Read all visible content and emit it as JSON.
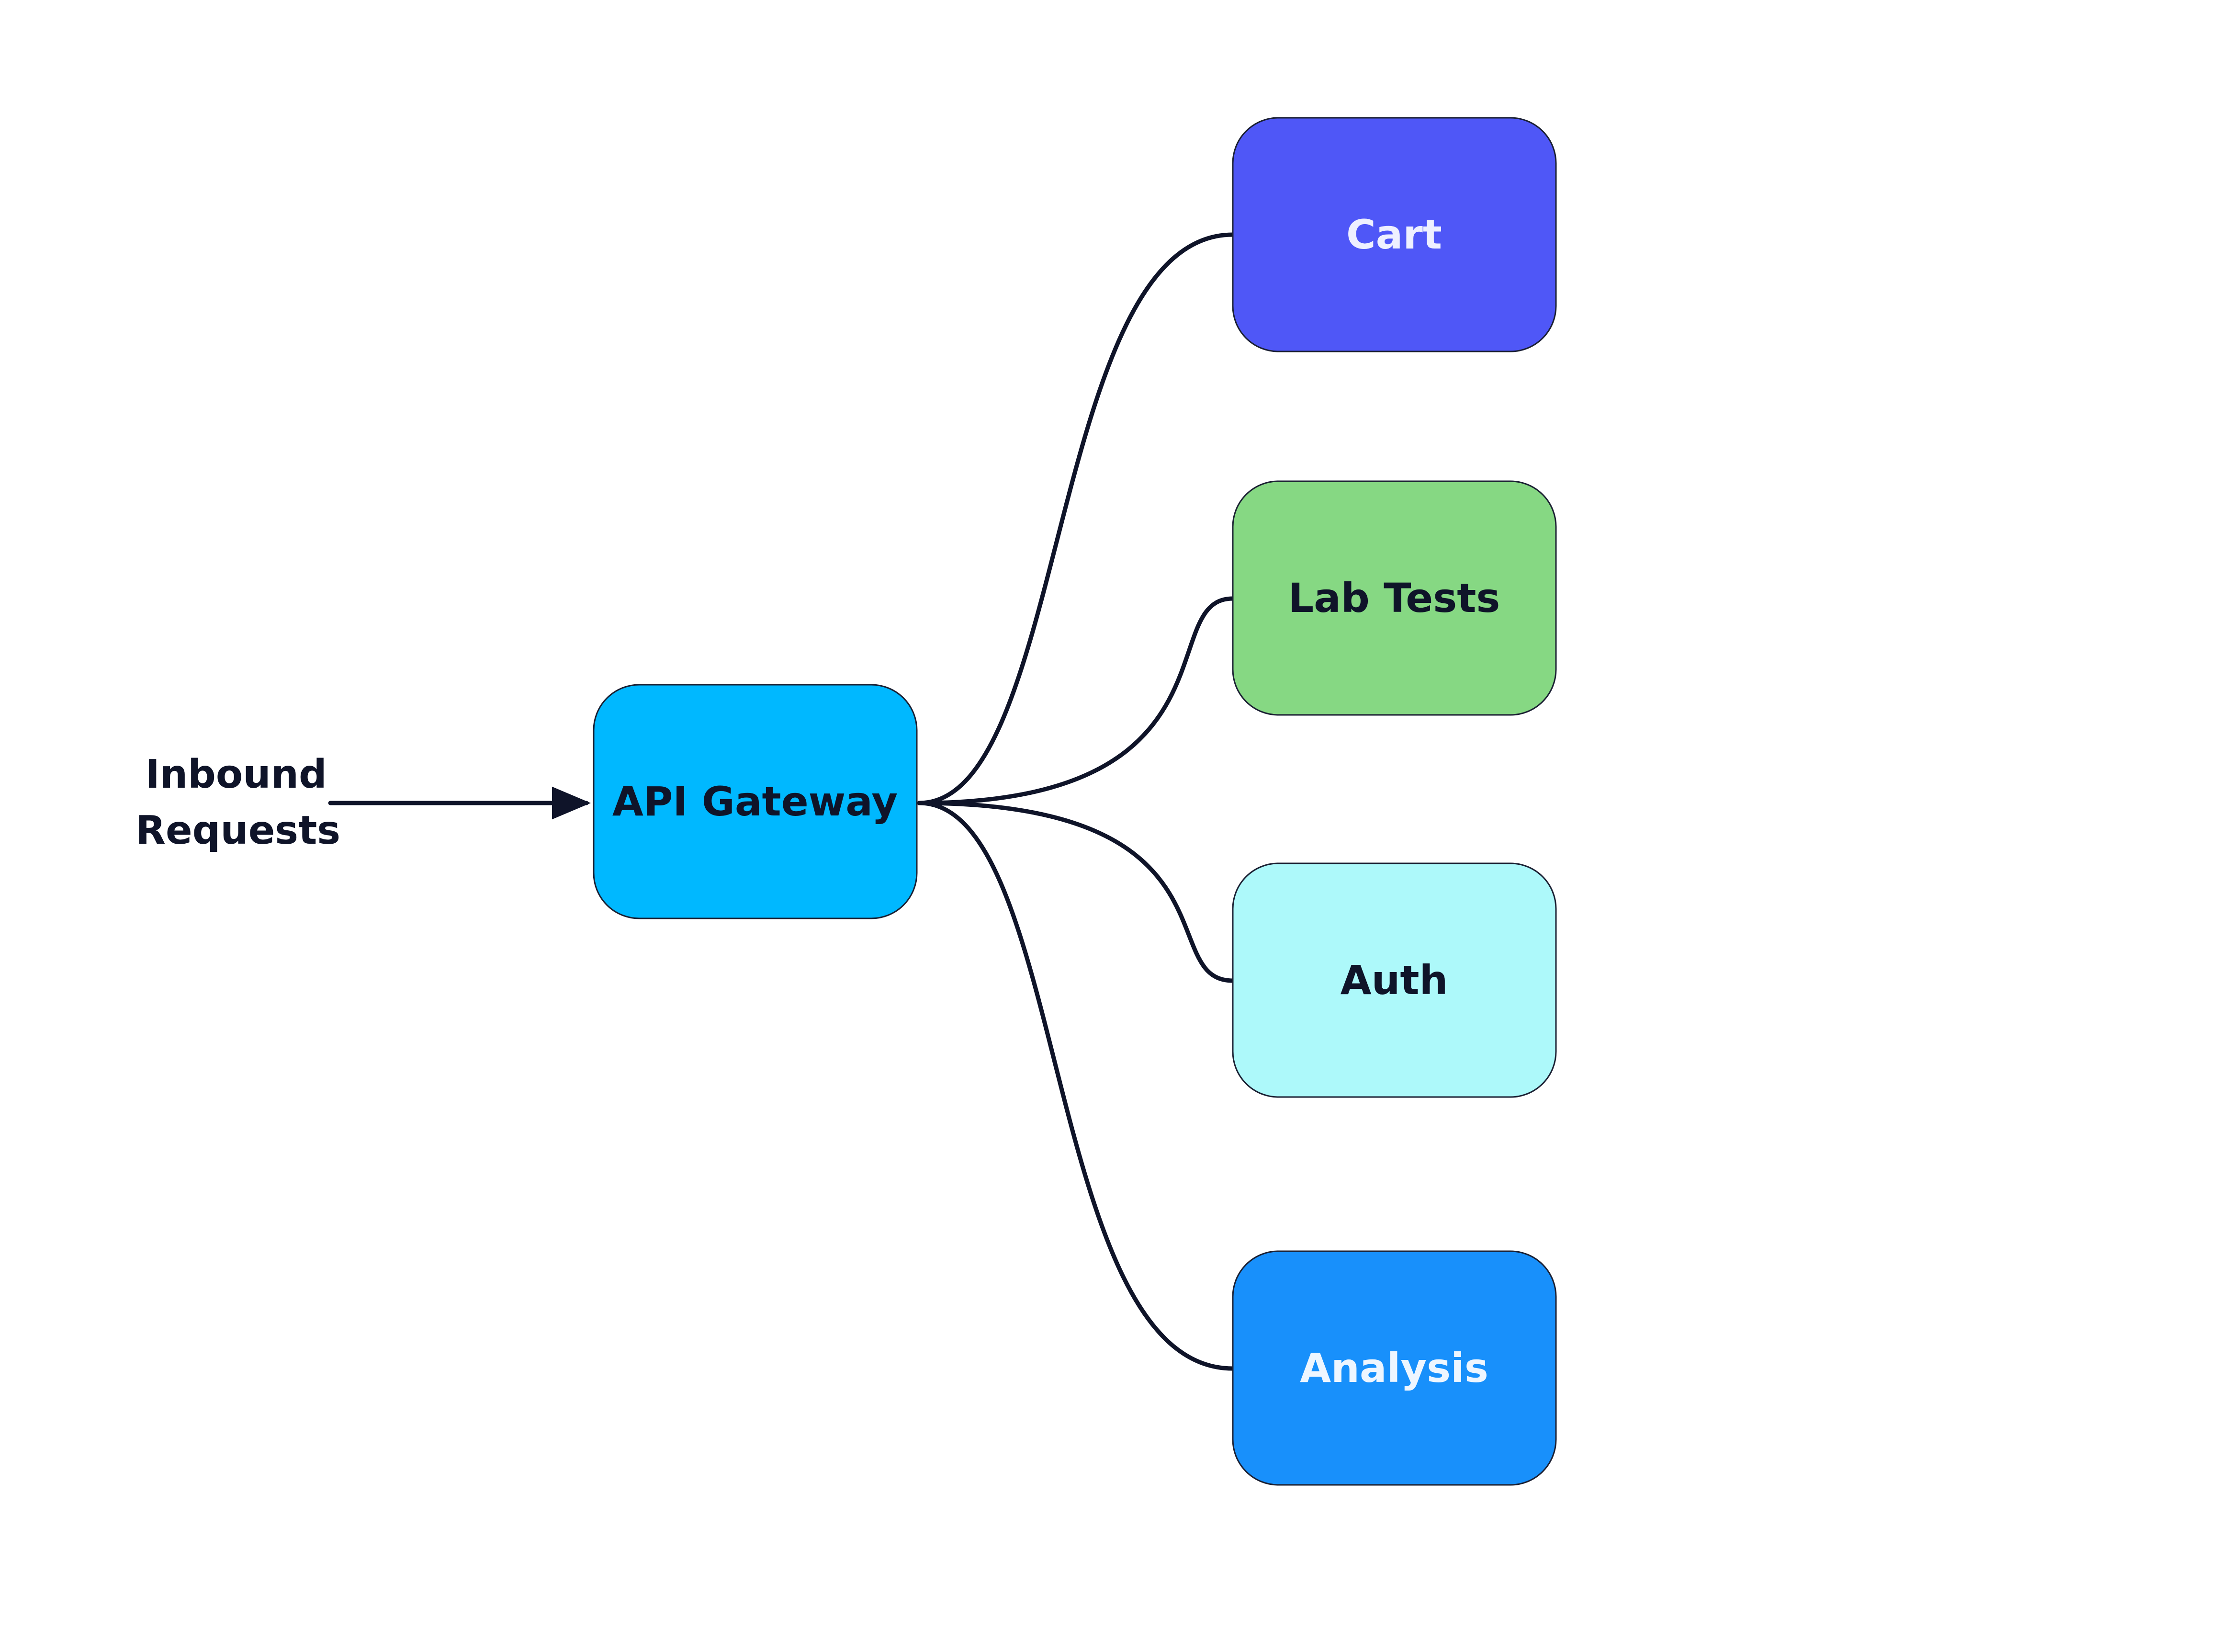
{
  "diagram": {
    "input": {
      "lines": [
        "Inbound",
        "Requests"
      ]
    },
    "gateway": {
      "label": "API Gateway",
      "fill": "#00b8ff",
      "text_color": "#0f1429"
    },
    "services": [
      {
        "id": "cart",
        "label": "Cart",
        "fill": "#4f57f7",
        "text_color": "#eef0ff"
      },
      {
        "id": "lab-tests",
        "label": "Lab Tests",
        "fill": "#86d883",
        "text_color": "#0f1429"
      },
      {
        "id": "auth",
        "label": "Auth",
        "fill": "#adf9fa",
        "text_color": "#0f1429"
      },
      {
        "id": "analysis",
        "label": "Analysis",
        "fill": "#1890fb",
        "text_color": "#eef6ff"
      }
    ],
    "edges": [
      {
        "from": "input",
        "to": "gateway",
        "arrow": true
      },
      {
        "from": "gateway",
        "to": "cart",
        "arrow": false
      },
      {
        "from": "gateway",
        "to": "lab-tests",
        "arrow": false
      },
      {
        "from": "gateway",
        "to": "auth",
        "arrow": false
      },
      {
        "from": "gateway",
        "to": "analysis",
        "arrow": false
      }
    ],
    "edge_color": "#0f1429"
  }
}
